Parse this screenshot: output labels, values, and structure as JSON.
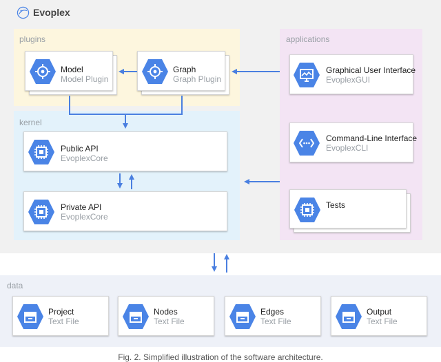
{
  "header": {
    "title": "Evoplex",
    "logo_icon": "globe-icon"
  },
  "regions": {
    "plugins": "plugins",
    "kernel": "kernel",
    "applications": "applications",
    "data": "data"
  },
  "cards": {
    "model": {
      "title": "Model",
      "subtitle": "Model Plugin",
      "icon": "plugin-icon"
    },
    "graph": {
      "title": "Graph",
      "subtitle": "Graph Plugin",
      "icon": "plugin-icon"
    },
    "public_api": {
      "title": "Public API",
      "subtitle": "EvoplexCore",
      "icon": "chip-icon"
    },
    "private_api": {
      "title": "Private API",
      "subtitle": "EvoplexCore",
      "icon": "chip-icon"
    },
    "gui": {
      "title": "Graphical User Interface",
      "subtitle": "EvoplexGUI",
      "icon": "monitor-icon"
    },
    "cli": {
      "title": "Command-Line Interface",
      "subtitle": "EvoplexCLI",
      "icon": "terminal-icon"
    },
    "tests": {
      "title": "Tests",
      "icon": "chip-icon"
    },
    "project": {
      "title": "Project",
      "subtitle": "Text File",
      "icon": "storage-icon"
    },
    "nodes": {
      "title": "Nodes",
      "subtitle": "Text File",
      "icon": "storage-icon"
    },
    "edges": {
      "title": "Edges",
      "subtitle": "Text File",
      "icon": "storage-icon"
    },
    "output": {
      "title": "Output",
      "subtitle": "Text File",
      "icon": "storage-icon"
    }
  },
  "colors": {
    "accent": "#4a7fe0",
    "hex_fill": "#4a84e6",
    "plugins_bg": "#fdf6de",
    "kernel_bg": "#e3f2fb",
    "apps_bg": "#f3e4f4",
    "data_bg": "#eef1f8"
  },
  "caption": "Fig. 2. Simplified illustration of the software architecture."
}
